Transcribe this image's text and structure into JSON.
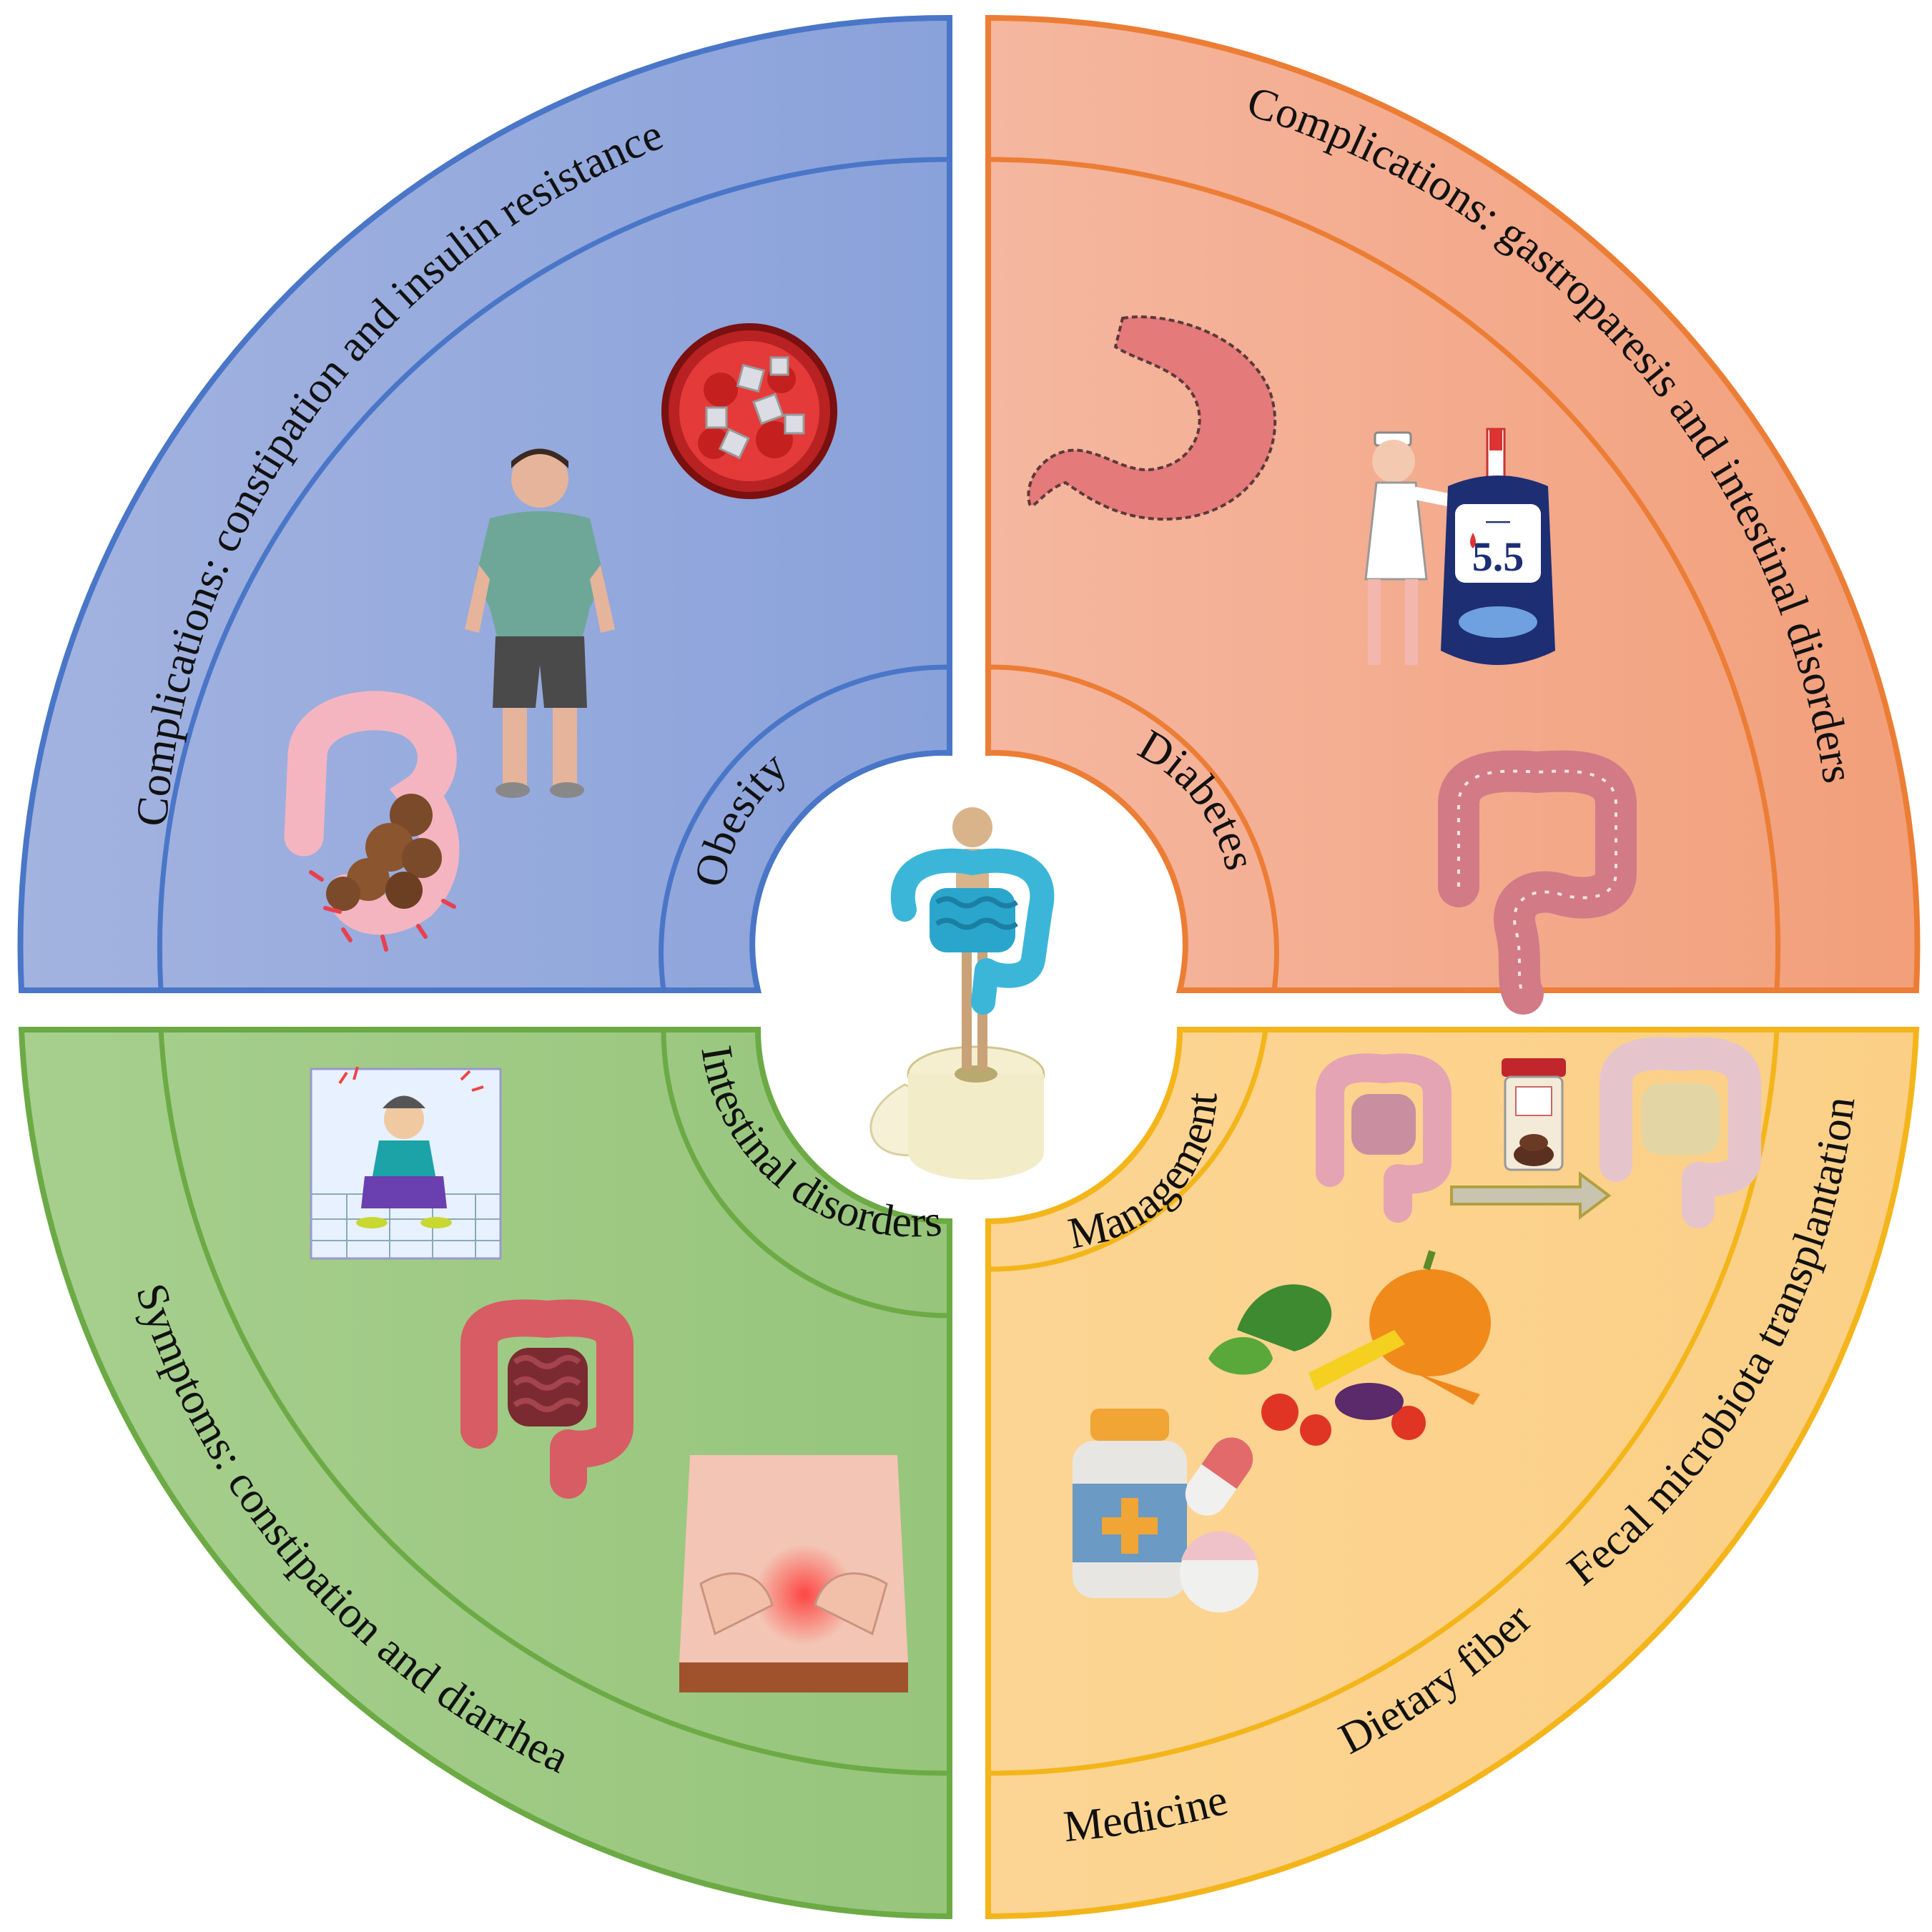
{
  "colors": {
    "obesity": "#4a76c8",
    "obesity_fill": "#8fa6dc",
    "diabetes": "#ec7d35",
    "diabetes_fill": "#f3ab8d",
    "intestinal": "#6caa45",
    "intestinal_fill": "#a1cb88",
    "management": "#f3b51a",
    "management_fill": "#fbd38d"
  },
  "quadrants": {
    "obesity": {
      "core": "Obesity",
      "outer": "Complications: constipation and insulin resistance",
      "icons": [
        "obese-person-icon",
        "blood-vessel-with-sugar-icon",
        "constipated-colon-icon"
      ]
    },
    "diabetes": {
      "core": "Diabetes",
      "outer": "Complications: gastroparesis and intestinal disorders",
      "icons": [
        "stomach-icon",
        "nurse-with-glucose-meter-icon",
        "colon-icon"
      ],
      "meter_reading": "5.5"
    },
    "intestinal": {
      "core": "Intestinal disorders",
      "outer": "Symptoms: constipation and diarrhea",
      "icons": [
        "man-on-toilet-icon",
        "intestines-icon",
        "abdominal-pain-icon"
      ]
    },
    "management": {
      "core": "Management",
      "items": [
        "Fecal microbiota transplantation",
        "Dietary fiber",
        "Medicine"
      ],
      "icons": [
        "fmt-colon-to-colon-icon",
        "vegetables-icon",
        "medicine-bottle-and-pills-icon"
      ]
    }
  },
  "center": {
    "icon": "mannequin-holding-intestine-on-toilet-roll-icon"
  }
}
